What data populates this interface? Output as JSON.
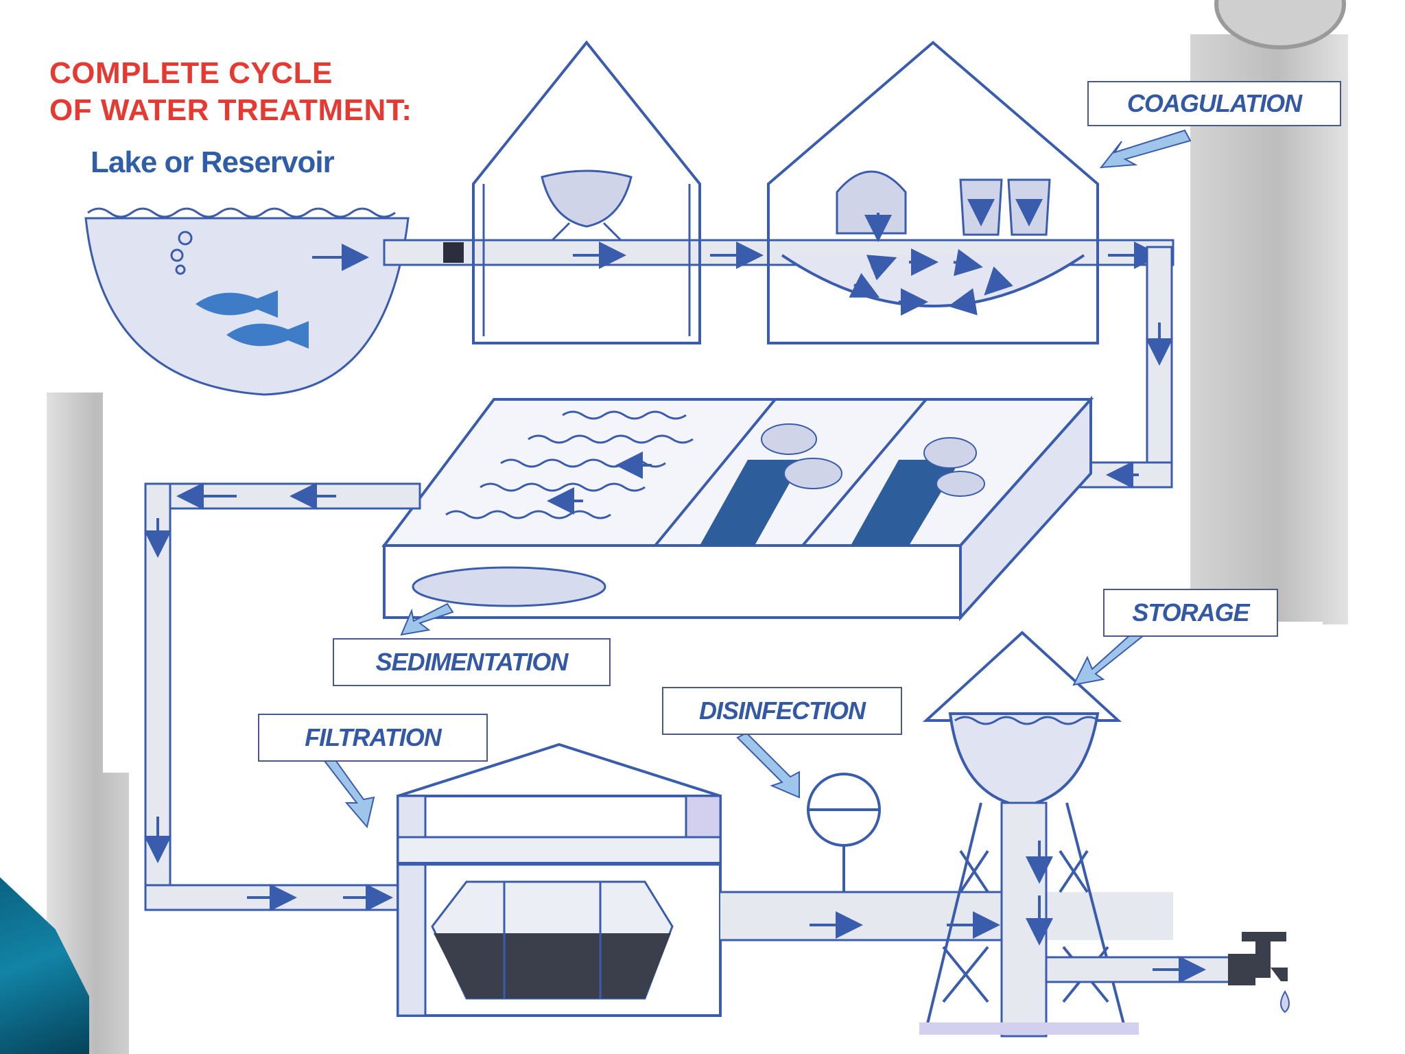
{
  "title": {
    "line1": "COMPLETE  CYCLE",
    "line2": "OF WATER  TREATMENT:"
  },
  "source_label": "Lake or Reservoir",
  "steps": {
    "coagulation": "COAGULATION",
    "sedimentation": "SEDIMENTATION",
    "filtration": "FILTRATION",
    "disinfection": "DISINFECTION",
    "storage": "STORAGE"
  },
  "colors": {
    "outline": "#3a5cad",
    "water_light": "#dfe3f2",
    "water_fill": "#eceef6",
    "label_text": "#3358a4",
    "title_red": "#e53a32",
    "pointer_arrow": "#9fc6ea",
    "sludge_dark": "#2e5d9c"
  }
}
